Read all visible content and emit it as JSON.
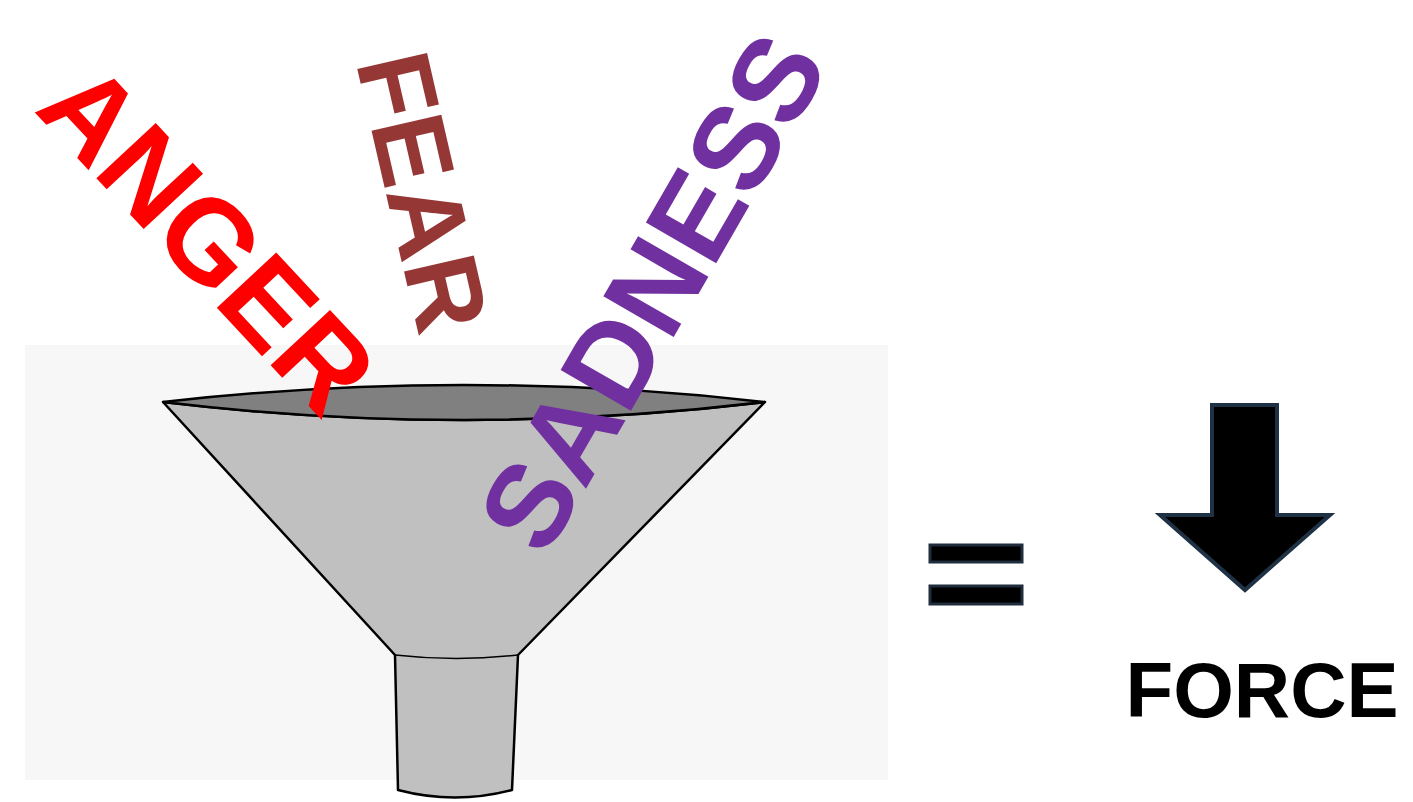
{
  "diagram": {
    "labels": [
      "ANGER",
      "FEAR",
      "SADNESS",
      "FORCE"
    ]
  }
}
